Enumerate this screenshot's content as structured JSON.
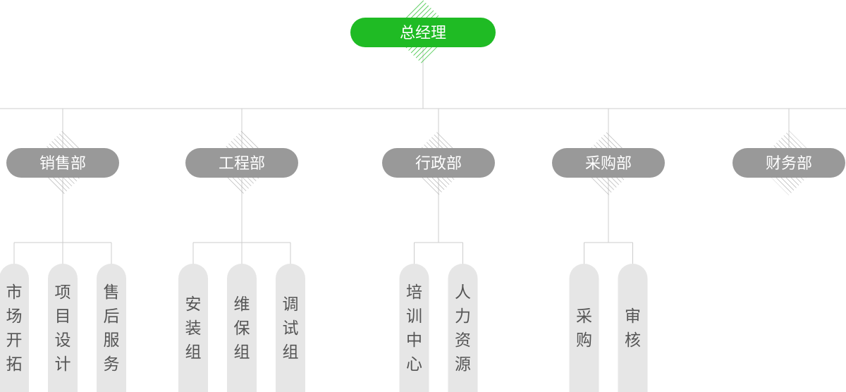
{
  "colors": {
    "root_fill": "#1fbb24",
    "dept_fill": "#999999",
    "sub_fill": "#e6e6e6",
    "line": "#cccccc",
    "root_hatch": "#1fbb24",
    "dept_hatch": "#aaaaaa",
    "sub_text": "#555555",
    "node_text": "#ffffff"
  },
  "root": {
    "label": "总经理"
  },
  "departments": [
    {
      "label": "销售部",
      "children": [
        "市场开拓",
        "项目设计",
        "售后服务"
      ]
    },
    {
      "label": "工程部",
      "children": [
        "安装组",
        "维保组",
        "调试组"
      ]
    },
    {
      "label": "行政部",
      "children": [
        "培训中心",
        "人力资源"
      ]
    },
    {
      "label": "采购部",
      "children": [
        "采购",
        "审核"
      ]
    },
    {
      "label": "财务部",
      "children": []
    }
  ]
}
